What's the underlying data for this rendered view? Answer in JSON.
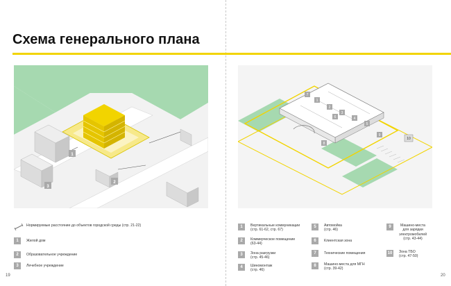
{
  "title": "Схема генерального плана",
  "page_numbers": {
    "left": "19",
    "right": "20"
  },
  "colors": {
    "accent": "#f2d400",
    "green": "#a6d9b0",
    "badge": "#a9a9a9"
  },
  "left_legend": [
    {
      "icon": "dimension-line-icon",
      "text": "Нормируемые расстояние до объектов городской среды (стр. 21-22)"
    },
    {
      "badge": "1",
      "text": "Жилой дом"
    },
    {
      "badge": "2",
      "text": "Образовательное учреждение"
    },
    {
      "badge": "3",
      "text": "Лечебное учреждение"
    }
  ],
  "right_legend": [
    {
      "badge": "1",
      "line1": "Вертикальные коммуникации",
      "line2": "(стр. 61-62, стр. 67)"
    },
    {
      "badge": "2",
      "line1": "Коммерческое помещение",
      "line2": "(63-44)"
    },
    {
      "badge": "3",
      "line1": "Зона разгрузки",
      "line2": "(стр. 45-46)"
    },
    {
      "badge": "4",
      "line1": "Шиномонтаж",
      "line2": "(стр. 46)"
    },
    {
      "badge": "5",
      "line1": "Автомойка",
      "line2": "(стр. 46)"
    },
    {
      "badge": "6",
      "line1": "Клиентская зона",
      "line2": ""
    },
    {
      "badge": "7",
      "line1": "Технические помещения",
      "line2": ""
    },
    {
      "badge": "8",
      "line1": "Машино-места для МГН",
      "line2": "(стр. 39-42)"
    },
    {
      "badge": "9",
      "line1": "Машино-места",
      "line2": "для зарядки",
      "line3": "электромобилей",
      "line4": "(стр. 43-44)"
    },
    {
      "badge": "10",
      "line1": "Зона ТБО",
      "line2": "(стр. 47-50)"
    }
  ],
  "plan_labels": {
    "left": [
      "1",
      "2",
      "3"
    ],
    "right": [
      "1",
      "2",
      "3",
      "4",
      "5",
      "6",
      "7",
      "8",
      "9",
      "10"
    ]
  }
}
